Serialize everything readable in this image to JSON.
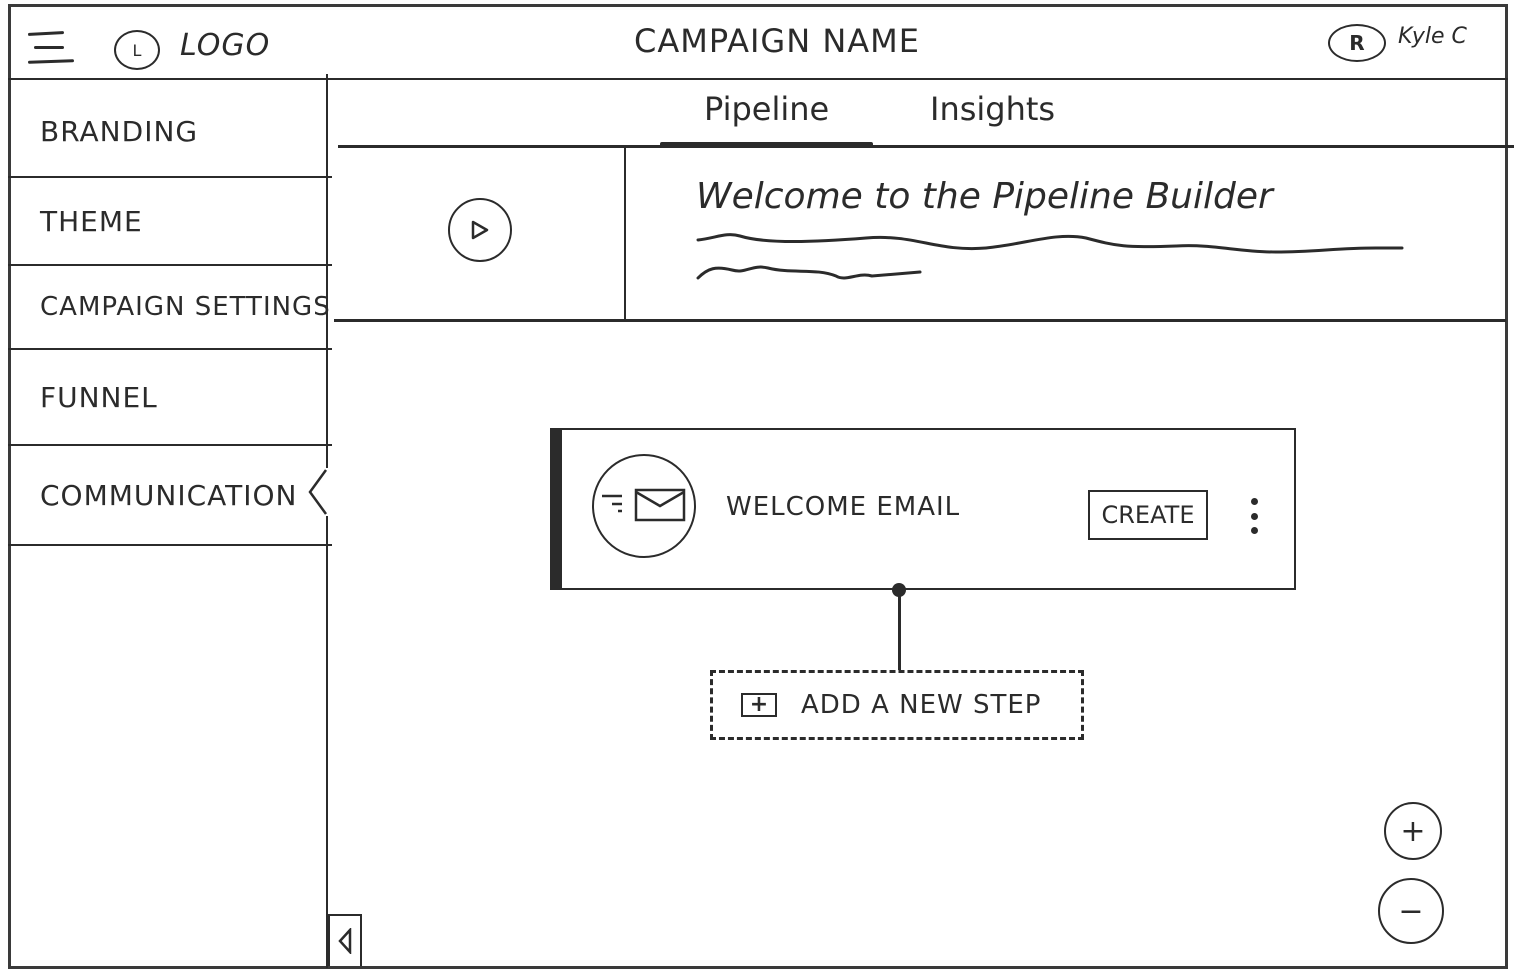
{
  "header": {
    "menu_icon": "hamburger-menu-icon",
    "logo_icon_letter": "L",
    "logo_text": "LOGO",
    "campaign_title": "Campaign Name",
    "user_avatar_letter": "R",
    "user_name": "Kyle C"
  },
  "sidebar": {
    "items": [
      {
        "label": "Branding"
      },
      {
        "label": "Theme"
      },
      {
        "label": "Campaign Settings"
      },
      {
        "label": "Funnel"
      },
      {
        "label": "Communication",
        "active": true
      }
    ],
    "collapse_icon": "collapse-left-icon"
  },
  "tabs": [
    {
      "label": "Pipeline",
      "active": true
    },
    {
      "label": "Insights",
      "active": false
    }
  ],
  "banner": {
    "play_icon": "play-icon",
    "title": "Welcome to the Pipeline Builder",
    "body_placeholder": "placeholder description text (scribble)"
  },
  "pipeline": {
    "steps": [
      {
        "icon": "send-email-icon",
        "title": "Welcome Email",
        "action_label": "Create",
        "more_icon": "more-vertical-icon"
      }
    ],
    "add_step_label": "Add a new step",
    "add_step_icon": "plus-box-icon"
  },
  "zoom_controls": {
    "zoom_in": "+",
    "zoom_out": "−"
  }
}
